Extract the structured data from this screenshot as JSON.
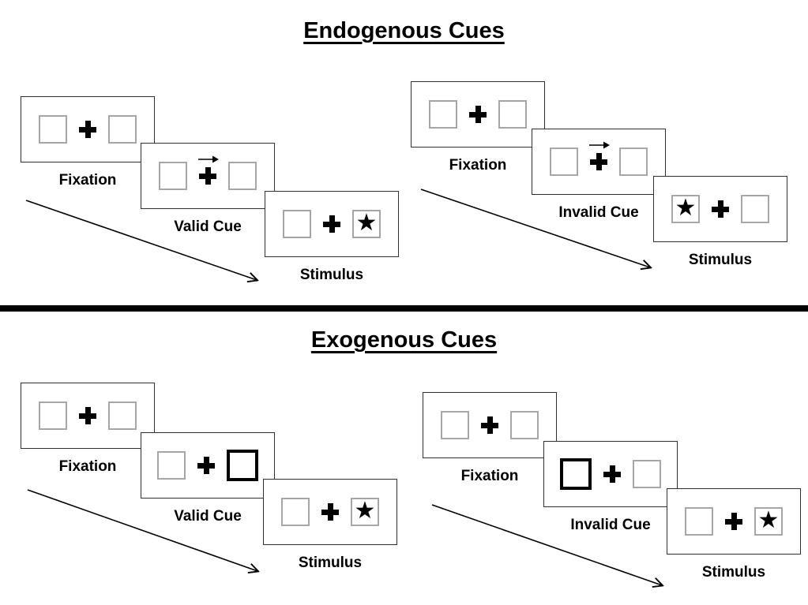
{
  "colors": {
    "background": "#ffffff",
    "line": "#000000",
    "square_border": "#a6a6a6",
    "panel_border": "#2f2f2f",
    "text": "#000000"
  },
  "icons": {
    "star": "★",
    "fixation_cross": "plus-cross",
    "cue_arrow": "right-arrow",
    "timeline_arrow": "diagonal-down-right-arrow"
  },
  "sections": [
    {
      "title": "Endogenous Cues",
      "trials": [
        {
          "name": "valid",
          "frames": [
            {
              "label": "Fixation",
              "left": "empty",
              "right": "empty",
              "cue": null
            },
            {
              "label": "Valid Cue",
              "left": "empty",
              "right": "empty",
              "cue": "central-arrow-right"
            },
            {
              "label": "Stimulus",
              "left": "empty",
              "right": "star",
              "cue": null
            }
          ]
        },
        {
          "name": "invalid",
          "frames": [
            {
              "label": "Fixation",
              "left": "empty",
              "right": "empty",
              "cue": null
            },
            {
              "label": "Invalid Cue",
              "left": "empty",
              "right": "empty",
              "cue": "central-arrow-right"
            },
            {
              "label": "Stimulus",
              "left": "star",
              "right": "empty",
              "cue": null
            }
          ]
        }
      ]
    },
    {
      "title": "Exogenous Cues",
      "trials": [
        {
          "name": "valid",
          "frames": [
            {
              "label": "Fixation",
              "left": "empty",
              "right": "empty",
              "cue": null
            },
            {
              "label": "Valid Cue",
              "left": "empty",
              "right": "highlighted-box",
              "cue": "peripheral-highlight-right"
            },
            {
              "label": "Stimulus",
              "left": "empty",
              "right": "star",
              "cue": null
            }
          ]
        },
        {
          "name": "invalid",
          "frames": [
            {
              "label": "Fixation",
              "left": "empty",
              "right": "empty",
              "cue": null
            },
            {
              "label": "Invalid Cue",
              "left": "highlighted-box",
              "right": "empty",
              "cue": "peripheral-highlight-left"
            },
            {
              "label": "Stimulus",
              "left": "empty",
              "right": "star",
              "cue": null
            }
          ]
        }
      ]
    }
  ]
}
